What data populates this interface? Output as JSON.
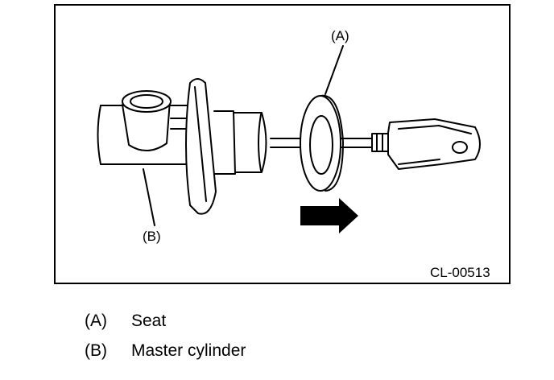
{
  "figure": {
    "code": "CL-00513",
    "callouts": [
      {
        "key": "(A)"
      },
      {
        "key": "(B)"
      }
    ]
  },
  "legend": [
    {
      "key": "(A)",
      "label": "Seat"
    },
    {
      "key": "(B)",
      "label": "Master cylinder"
    }
  ]
}
